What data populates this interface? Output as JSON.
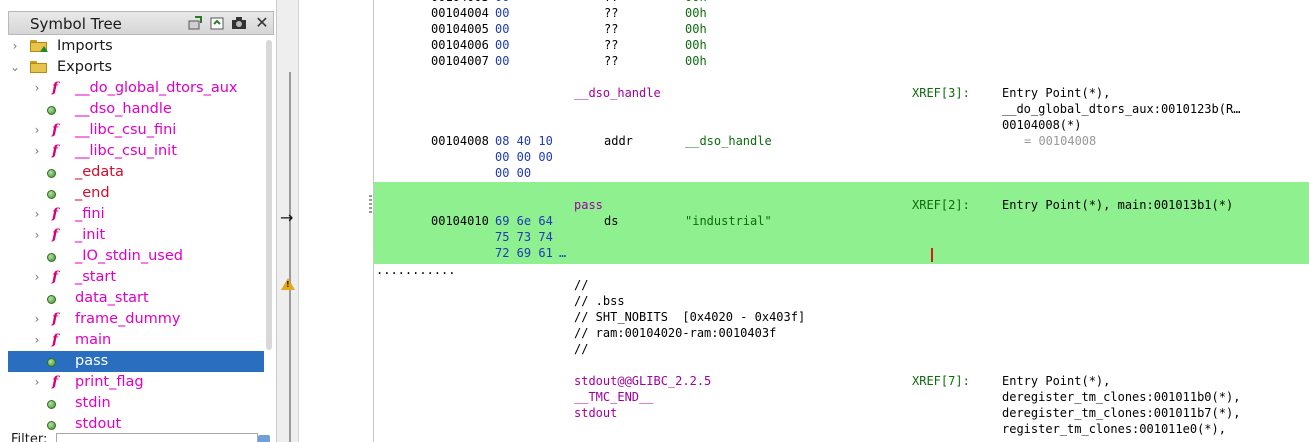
{
  "symbol_tree": {
    "title": "Symbol Tree",
    "toolbar": {
      "icon1": "new-namespace-icon",
      "icon2": "export-icon",
      "icon3": "snapshot-icon",
      "close": "✕"
    },
    "nodes": [
      {
        "label": "Imports",
        "kind": "folder",
        "expanded": false
      },
      {
        "label": "Exports",
        "kind": "folder",
        "expanded": true
      },
      {
        "label": "__do_global_dtors_aux",
        "kind": "func"
      },
      {
        "label": "__dso_handle",
        "kind": "label-func"
      },
      {
        "label": "__libc_csu_fini",
        "kind": "func"
      },
      {
        "label": "__libc_csu_init",
        "kind": "func"
      },
      {
        "label": "_edata",
        "kind": "label"
      },
      {
        "label": "_end",
        "kind": "label"
      },
      {
        "label": "_fini",
        "kind": "func"
      },
      {
        "label": "_init",
        "kind": "func"
      },
      {
        "label": "_IO_stdin_used",
        "kind": "label-func"
      },
      {
        "label": "_start",
        "kind": "func"
      },
      {
        "label": "data_start",
        "kind": "label-func"
      },
      {
        "label": "frame_dummy",
        "kind": "func"
      },
      {
        "label": "main",
        "kind": "func"
      },
      {
        "label": "pass",
        "kind": "label-sel"
      },
      {
        "label": "print_flag",
        "kind": "func"
      },
      {
        "label": "stdin",
        "kind": "label-func"
      },
      {
        "label": "stdout",
        "kind": "label-func"
      }
    ],
    "filter_label": "Filter:"
  },
  "listing": {
    "rows_top": [
      {
        "addr": "00104004",
        "byte": "00",
        "q": "??",
        "v": "00h"
      },
      {
        "addr": "00104005",
        "byte": "00",
        "q": "??",
        "v": "00h"
      },
      {
        "addr": "00104006",
        "byte": "00",
        "q": "??",
        "v": "00h"
      },
      {
        "addr": "00104007",
        "byte": "00",
        "q": "??",
        "v": "00h"
      }
    ],
    "dso": {
      "label": "__dso_handle",
      "xref": "XREF[3]:",
      "x1": "Entry Point(*),",
      "x2": "__do_global_dtors_aux:0010123b(R…",
      "x3": "00104008(*)",
      "addr": "00104008",
      "b1": "08 40 10",
      "b2": "00 00 00",
      "b3": "00 00",
      "mn": "addr",
      "op": "__dso_handle",
      "eq": "= 00104008"
    },
    "pass": {
      "label": "pass",
      "xref": "XREF[2]:",
      "x1": "Entry Point(*), main:001013b1(*)",
      "addr": "00104010",
      "b1": "69 6e 64",
      "b2": "75 73 74",
      "b3": "72 69 61",
      "more": "…",
      "mn": "ds",
      "op": "\"industrial\""
    },
    "sep": "...........",
    "bss": [
      "//",
      "// .bss",
      "// SHT_NOBITS  [0x4020 - 0x403f]",
      "// ram:00104020-ram:0010403f",
      "//"
    ],
    "stdout": {
      "l1": "stdout@@GLIBC_2.2.5",
      "l2": "__TMC_END__",
      "l3": "stdout",
      "xref": "XREF[7]:",
      "x1": "Entry Point(*),",
      "x2": "deregister_tm_clones:001011b0(*),",
      "x3": "deregister_tm_clones:001011b7(*),",
      "x4": "register_tm_clones:001011e0(*),"
    }
  }
}
